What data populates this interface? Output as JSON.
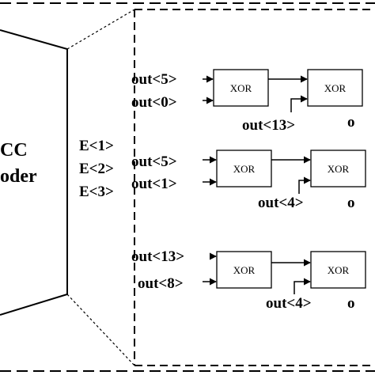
{
  "colors": {
    "line": "#000000",
    "background": "#ffffff"
  },
  "decoder": {
    "title_line1": "CC",
    "title_line2": "oder",
    "outputs": [
      "E<1>",
      "E<2>",
      "E<3>"
    ]
  },
  "rows": [
    {
      "input_top": "out<5>",
      "input_bottom": "out<0>",
      "gate1": "XOR",
      "gate2": "XOR",
      "side_input": "out<13>",
      "next_input": "o"
    },
    {
      "input_top": "out<5>",
      "input_bottom": "out<1>",
      "gate1": "XOR",
      "gate2": "XOR",
      "side_input": "out<4>",
      "next_input": "o"
    },
    {
      "input_top": "out<13>",
      "input_bottom": "out<8>",
      "gate1": "XOR",
      "gate2": "XOR",
      "side_input": "out<4>",
      "next_input": "o"
    }
  ]
}
